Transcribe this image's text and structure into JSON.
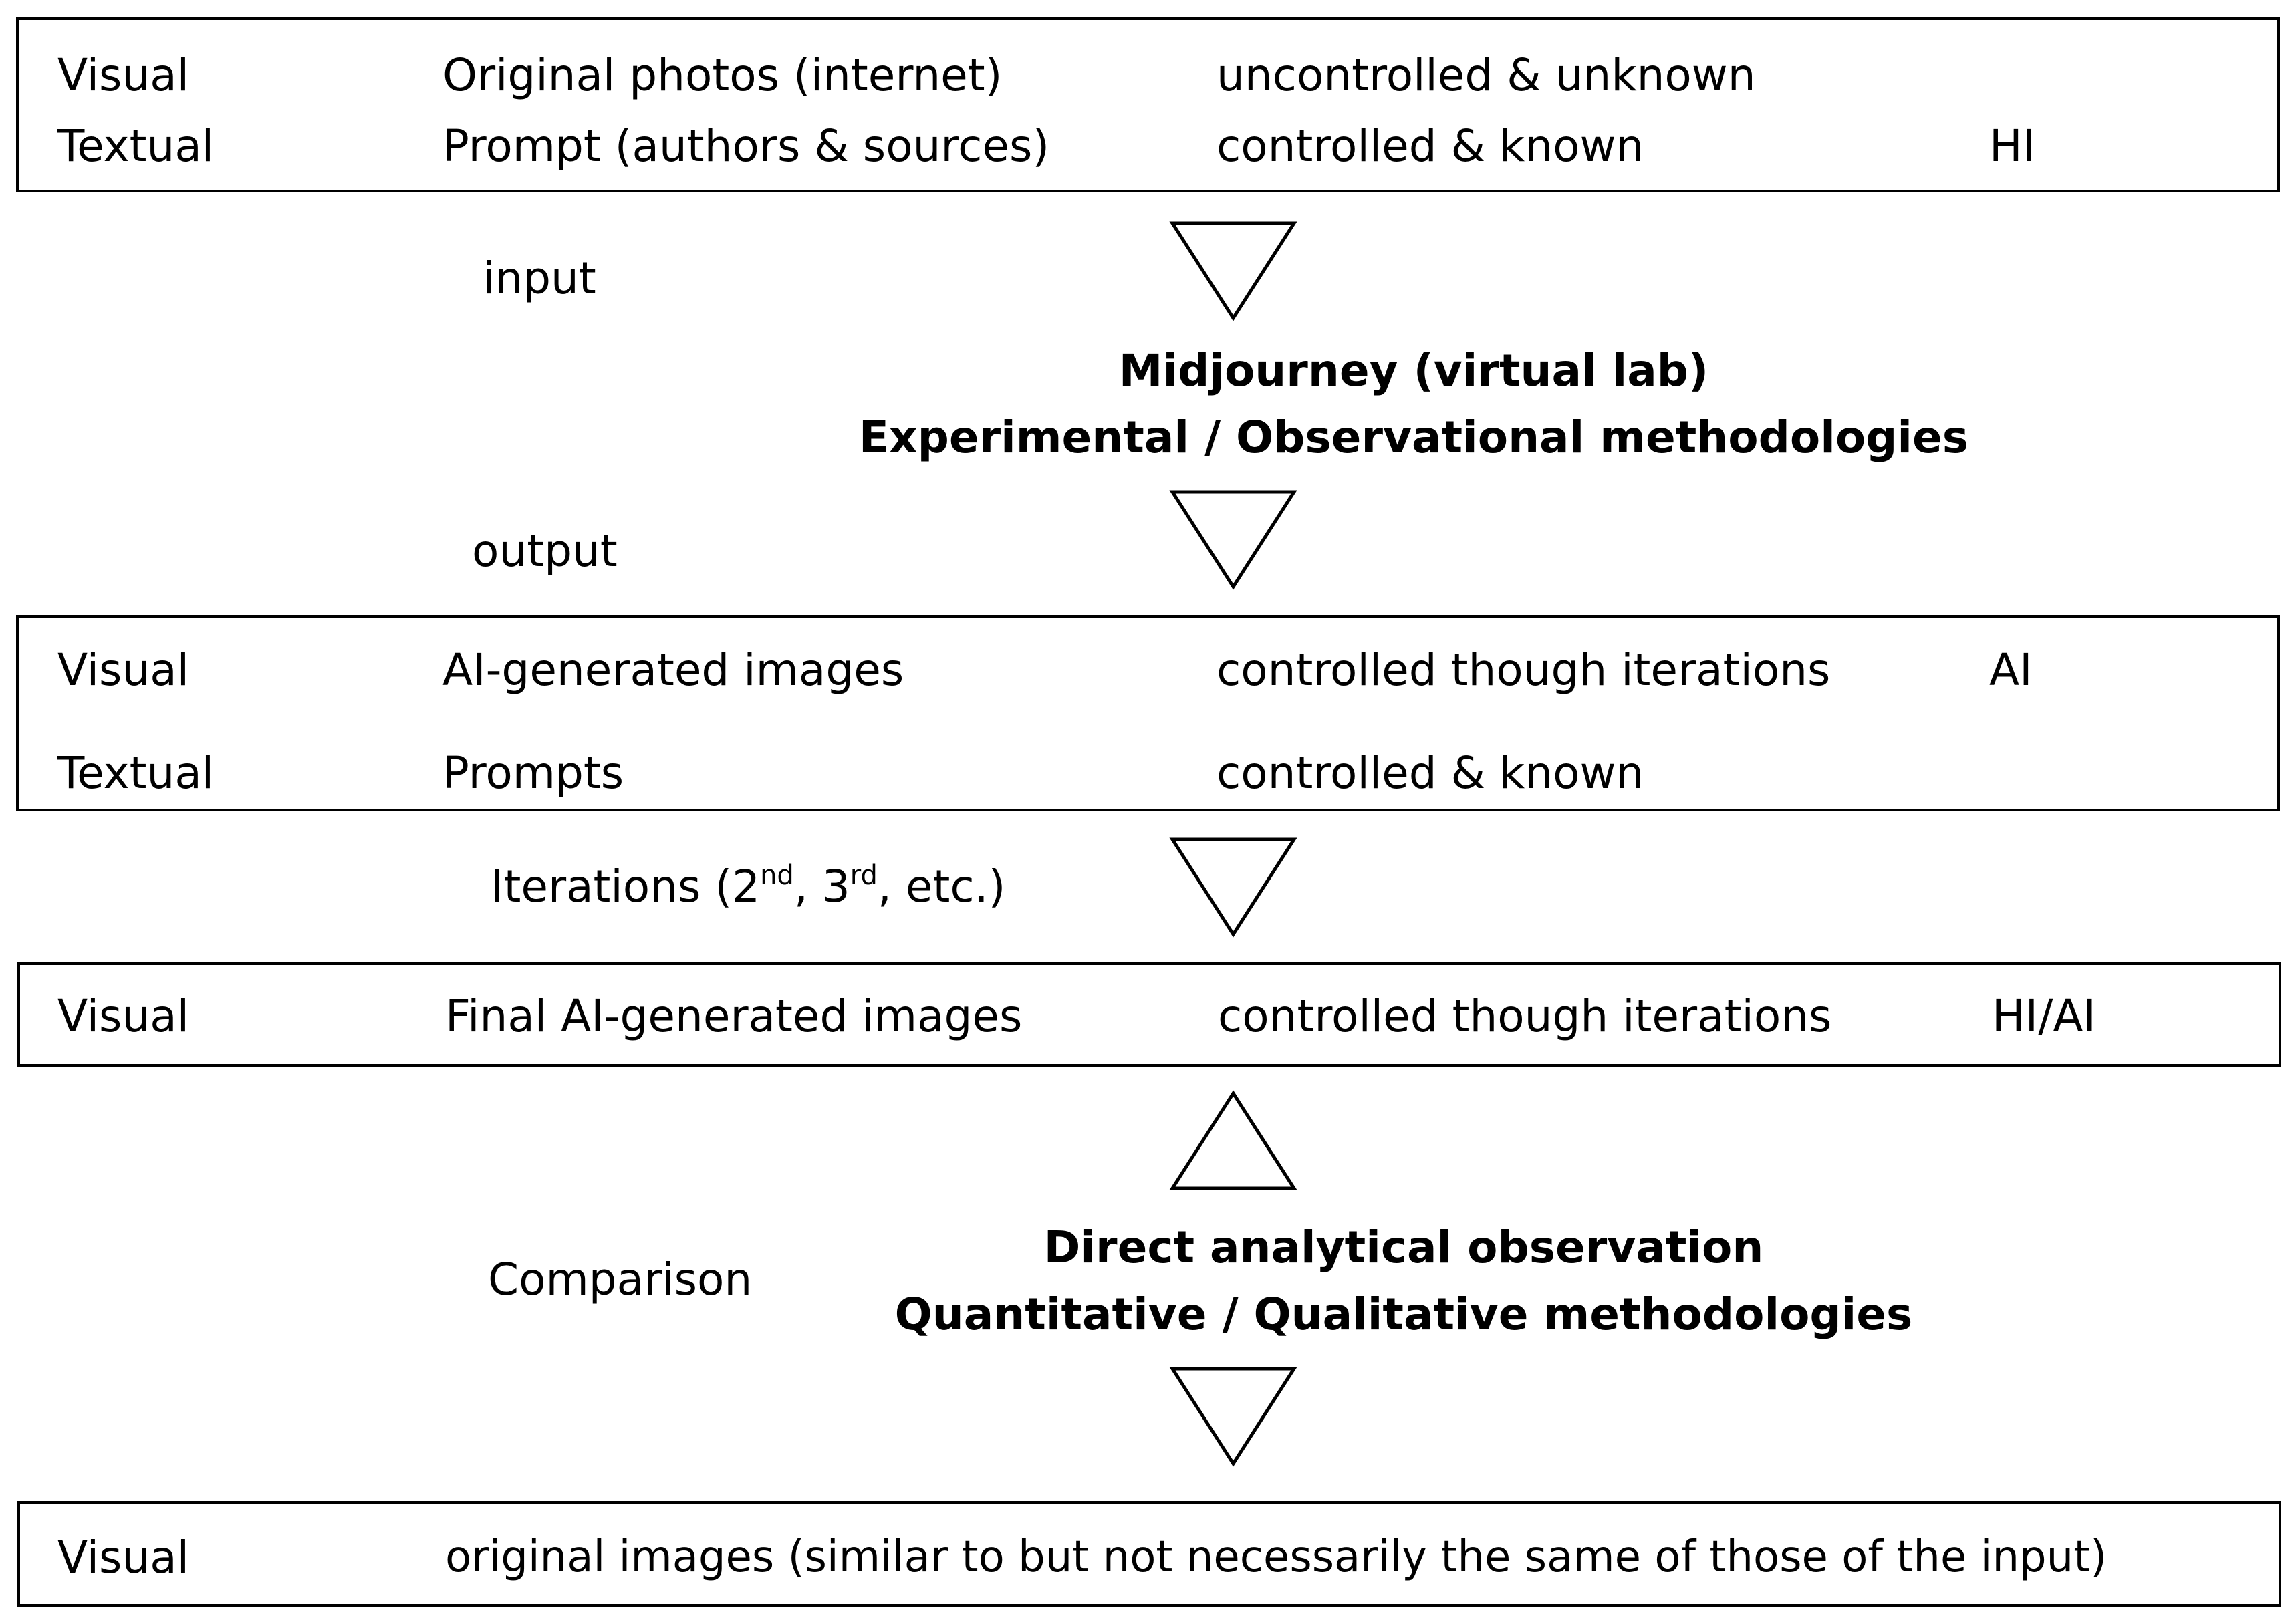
{
  "box1": {
    "rows": [
      {
        "type": "Visual",
        "content": "Original photos (internet)",
        "control": "uncontrolled & unknown",
        "agent": ""
      },
      {
        "type": "Textual",
        "content": "Prompt (authors & sources)",
        "control": "controlled & known",
        "agent": "HI"
      }
    ]
  },
  "step_input": {
    "label": "input",
    "process_title": "Midjourney (virtual lab)",
    "process_subtitle": "Experimental / Observational methodologies"
  },
  "step_output": {
    "label": "output"
  },
  "box2": {
    "rows": [
      {
        "type": "Visual",
        "content": "AI-generated images",
        "control": "controlled though iterations",
        "agent": "AI"
      },
      {
        "type": "Textual",
        "content": "Prompts",
        "control": "controlled & known",
        "agent": ""
      }
    ]
  },
  "step_iterations": {
    "prefix": "Iterations (2",
    "sup1": "nd",
    "mid": ", 3",
    "sup2": "rd",
    "suffix": ", etc.)"
  },
  "box3": {
    "rows": [
      {
        "type": "Visual",
        "content": "Final AI-generated images",
        "control": "controlled though iterations",
        "agent": "HI/AI"
      }
    ]
  },
  "step_comparison": {
    "label": "Comparison",
    "method_title": "Direct analytical observation",
    "method_subtitle": "Quantitative / Qualitative methodologies"
  },
  "box4": {
    "rows": [
      {
        "type": "Visual",
        "content": "original images (similar to but not necessarily the same of those of the input)"
      }
    ]
  }
}
